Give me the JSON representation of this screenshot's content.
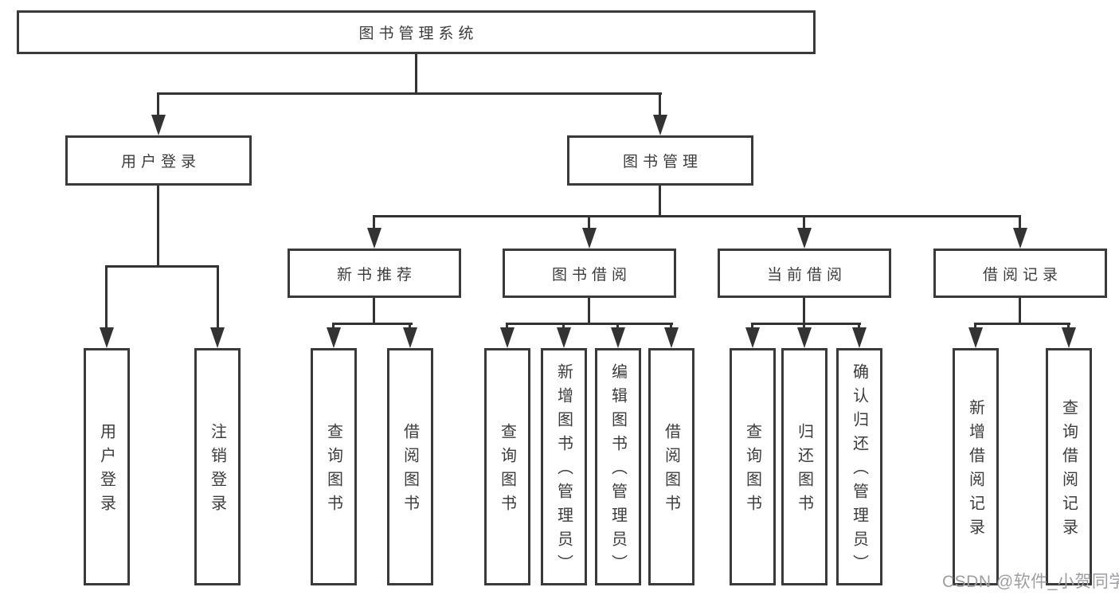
{
  "diagram": {
    "root": {
      "label": "图书管理系统"
    },
    "level2": [
      {
        "label": "用户登录"
      },
      {
        "label": "图书管理"
      }
    ],
    "level3": [
      {
        "label": "新书推荐",
        "parent": "图书管理"
      },
      {
        "label": "图书借阅",
        "parent": "图书管理"
      },
      {
        "label": "当前借阅",
        "parent": "图书管理"
      },
      {
        "label": "借阅记录",
        "parent": "图书管理"
      }
    ],
    "leaves": [
      {
        "label": "用户登录",
        "parent": "用户登录"
      },
      {
        "label": "注销登录",
        "parent": "用户登录"
      },
      {
        "label": "查询图书",
        "parent": "新书推荐"
      },
      {
        "label": "借阅图书",
        "parent": "新书推荐"
      },
      {
        "label": "查询图书",
        "parent": "图书借阅"
      },
      {
        "label": "新增图书（管理员）",
        "parent": "图书借阅"
      },
      {
        "label": "编辑图书（管理员）",
        "parent": "图书借阅"
      },
      {
        "label": "借阅图书",
        "parent": "图书借阅"
      },
      {
        "label": "查询图书",
        "parent": "当前借阅"
      },
      {
        "label": "归还图书",
        "parent": "当前借阅"
      },
      {
        "label": "确认归还（管理员）",
        "parent": "当前借阅"
      },
      {
        "label": "新增借阅记录",
        "parent": "借阅记录"
      },
      {
        "label": "查询借阅记录",
        "parent": "借阅记录"
      }
    ]
  },
  "watermark": {
    "text": "CSDN @软件_小贺同学"
  },
  "colors": {
    "border": "#3a3a3a",
    "line": "#333333",
    "text": "#3c3c3c",
    "watermark": "#9e9ea2",
    "background": "#ffffff"
  }
}
